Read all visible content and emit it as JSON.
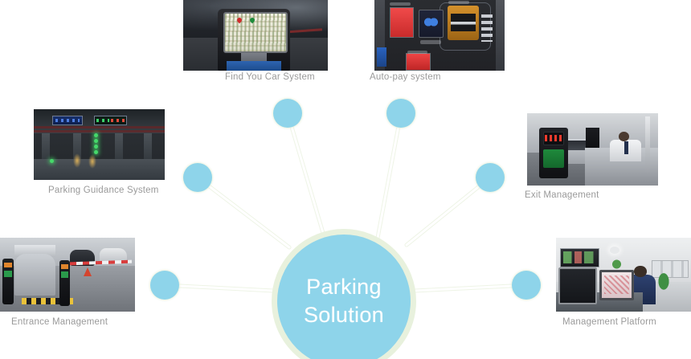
{
  "diagram": {
    "title": "Parking Solution",
    "hub": {
      "label": "Parking\nSolution",
      "fill_color": "#8ed4ea",
      "ring_color": "#e8f1dd"
    },
    "node_color": "#8ed4ea",
    "connector_color": "#ffffff",
    "caption_color": "#9a9a9a",
    "nodes": [
      {
        "id": "find-your-car-system",
        "label": "Find You Car System",
        "image_alt": "Parking kiosk with illuminated map touchscreen in a dark garage"
      },
      {
        "id": "auto-pay-system",
        "label": "Auto-pay system",
        "image_alt": "Dark automatic payment machine panel with red and blue screens and gold card slot"
      },
      {
        "id": "parking-guidance-system",
        "label": "Parking Guidance System",
        "image_alt": "Underground garage aisle with overhead blue and red LED guidance signs"
      },
      {
        "id": "exit-management",
        "label": "Exit Management",
        "image_alt": "Exit lane with red LED display pillar, car and booth attendant"
      },
      {
        "id": "entrance-management",
        "label": "Entrance Management",
        "image_alt": "Entrance lane with ticket dispenser posts, striped curb and barrier gate"
      },
      {
        "id": "management-platform",
        "label": "Management Platform",
        "image_alt": "Control room operator at a monitoring console with video wall"
      }
    ]
  }
}
